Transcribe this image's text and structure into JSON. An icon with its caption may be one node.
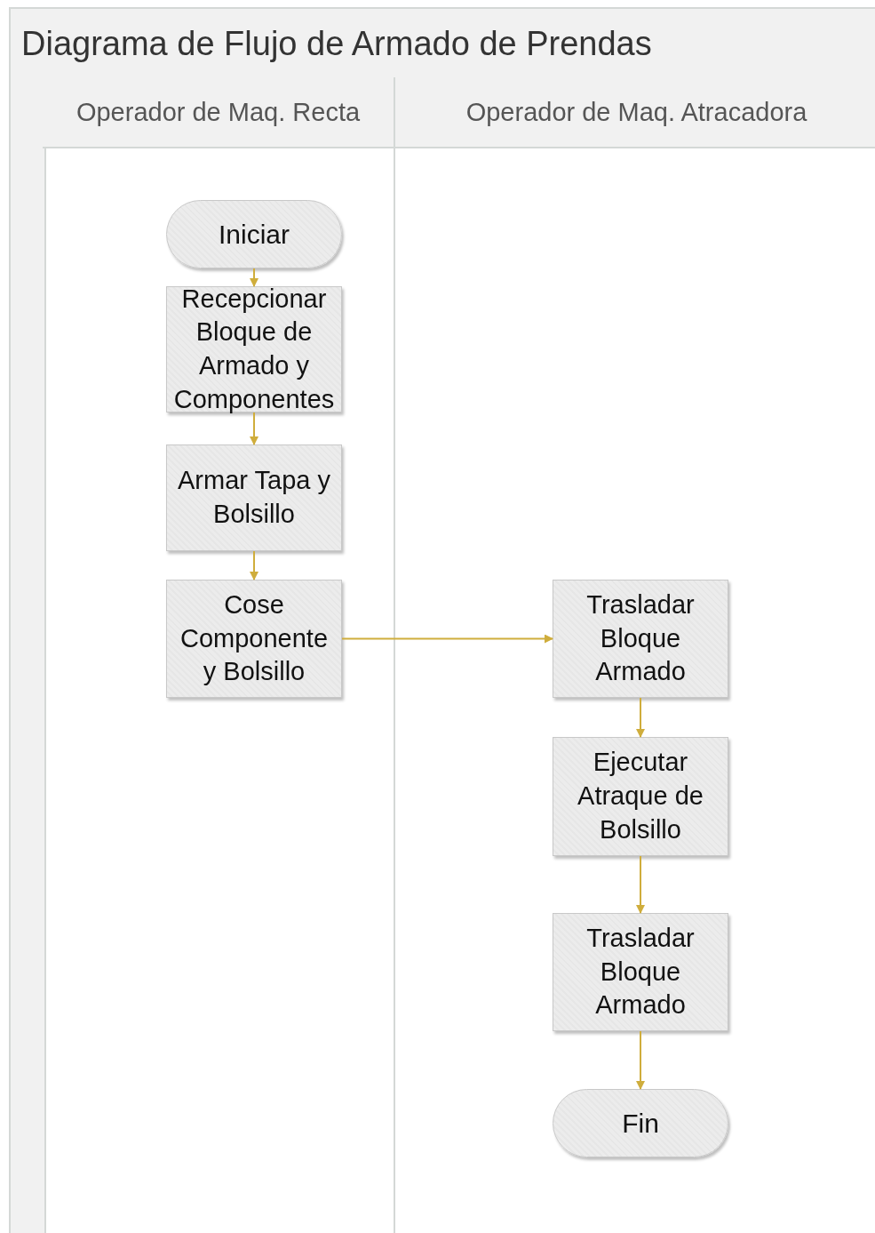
{
  "diagram": {
    "title": "Diagrama de Flujo de Armado de Prendas",
    "nodes": [
      {
        "text": [
          "Operador de Maq. Recta"
        ]
      },
      {
        "text": [
          "Operador de Maq. Atracadora"
        ]
      },
      {
        "text": [
          "Iniciar"
        ],
        "in": 0
      },
      {
        "text": [
          "Recepcionar Bloque de Armado y Componentes"
        ],
        "in": 0
      },
      {
        "text": [
          "Armar Tapa y Bolsillo"
        ],
        "in": 0
      },
      {
        "text": [
          "Cose Componente y Bolsillo"
        ],
        "in": 0
      },
      {
        "text": [
          "Trasladar Bloque Armado"
        ],
        "in": 1
      },
      {
        "text": [
          "Ejecutar Atraque de Bolsillo"
        ],
        "in": 1
      },
      {
        "text": [
          "Trasladar Bloque Armado"
        ],
        "in": 1
      },
      {
        "text": [
          "Fin"
        ],
        "in": 1
      }
    ],
    "edges": [
      {
        "from": 2,
        "to": 3,
        "arrow": "to"
      },
      {
        "from": 3,
        "to": 4,
        "arrow": "to"
      },
      {
        "from": 4,
        "to": 5,
        "arrow": "to"
      },
      {
        "from": 5,
        "to": 6,
        "arrow": "to"
      },
      {
        "from": 6,
        "to": 7,
        "arrow": "to"
      },
      {
        "from": 7,
        "to": 8,
        "arrow": "to"
      },
      {
        "from": 8,
        "to": 9,
        "arrow": "to"
      }
    ]
  }
}
